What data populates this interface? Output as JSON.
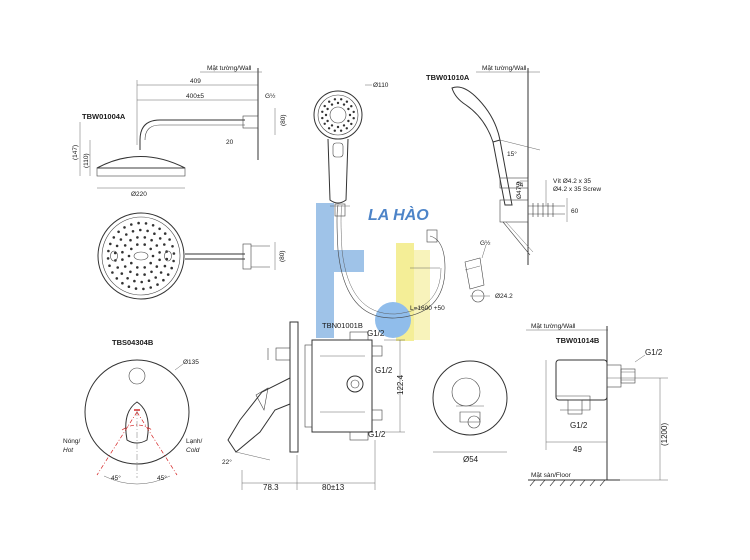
{
  "codes": {
    "overhead": "TBW01004A",
    "handshower": "TBW01010A",
    "valve": "TBS04304B",
    "body": "TBN01001B",
    "elbow": "TBW01014B"
  },
  "wall": "Mặt tường/Wall",
  "floor": "Mặt sàn/Floor",
  "watermark": "LA HÀO",
  "dims": {
    "d409": "409",
    "d400": "400±5",
    "d20": "20",
    "d147": "(147)",
    "d110h": "(110)",
    "d220": "Ø220",
    "g12a": "G½",
    "d80a": "(80)",
    "d80b": "(80)",
    "d110": "Ø110",
    "d15": "15°",
    "d54": "54",
    "d60": "60",
    "d47": "Ø47.9",
    "screw_vi": "Vít Ø4.2 x 35",
    "screw_en": "Ø4.2 x 35 Screw",
    "d242": "Ø24.2",
    "g12b": "G½",
    "hose": "L=1600 +50",
    "d135": "Ø135",
    "hot_vi": "Nóng/",
    "hot_en": "Hot",
    "cold_vi": "Lạnh/",
    "cold_en": "Cold",
    "a45l": "45°",
    "a45r": "45°",
    "a22": "22°",
    "g12c": "G1/2",
    "g12d": "G1/2",
    "g12e": "G1/2",
    "d1224": "122.4",
    "d783": "78.3",
    "d8013": "80±13",
    "d54b": "Ø54",
    "g12f": "G1/2",
    "g12g": "G1/2",
    "d49": "49",
    "d1200": "(1200)"
  }
}
